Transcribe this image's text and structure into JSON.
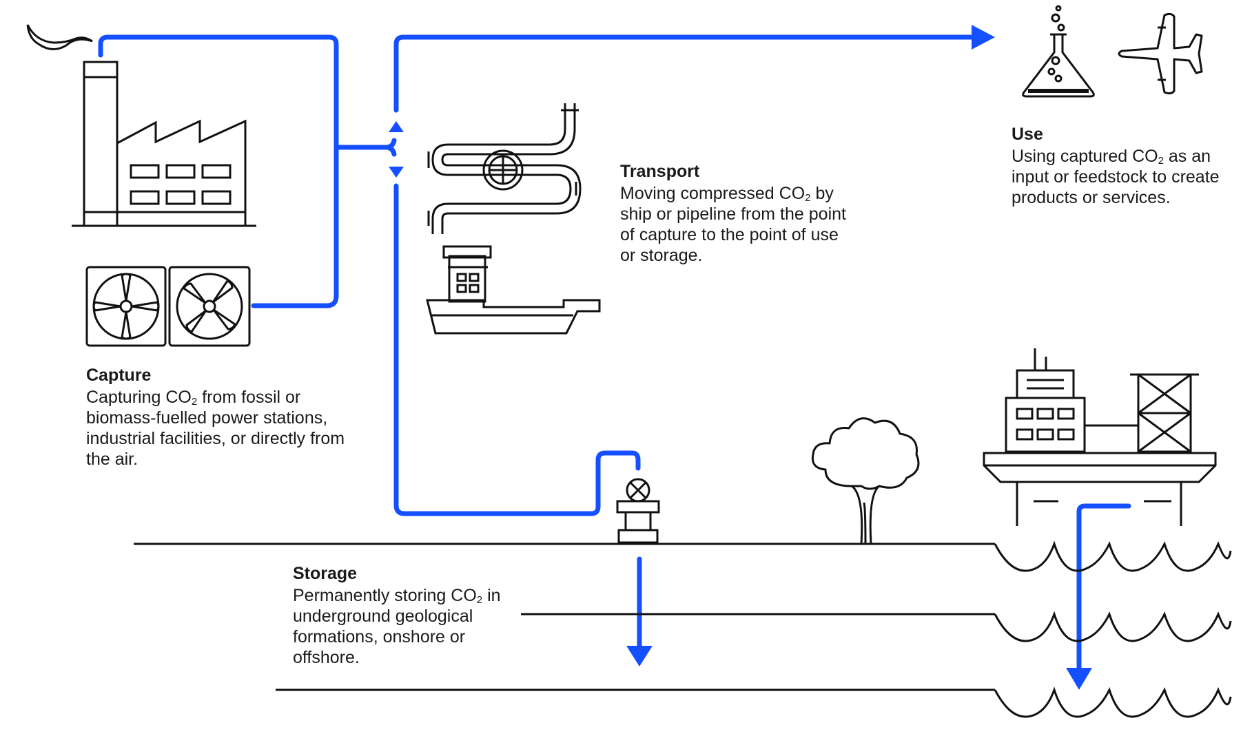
{
  "colors": {
    "flow": "#1450ff",
    "outline": "#111111",
    "background": "#ffffff"
  },
  "sections": {
    "capture": {
      "title": "Capture",
      "desc_before": "Capturing CO",
      "desc_sub": "2",
      "desc_after": " from fossil or biomass-fuelled power stations, industrial facilities, or directly from the air."
    },
    "transport": {
      "title": "Transport",
      "desc_before": "Moving compressed CO",
      "desc_sub": "2",
      "desc_after": " by ship or pipeline from the point of capture to the point of use or storage."
    },
    "use": {
      "title": "Use",
      "desc_before": "Using captured CO",
      "desc_sub": "2",
      "desc_after": " as an input or feedstock to create products or services."
    },
    "storage": {
      "title": "Storage",
      "desc_before": "Permanently storing CO",
      "desc_sub": "2",
      "desc_after": " in underground geological formations, onshore or offshore."
    }
  },
  "icons": [
    "factory-icon",
    "smoke-icon",
    "direct-air-capture-fan-icon",
    "pipeline-icon",
    "ship-icon",
    "flask-icon",
    "airplane-icon",
    "wellhead-icon",
    "tree-icon",
    "offshore-platform-icon",
    "wave-icon"
  ]
}
